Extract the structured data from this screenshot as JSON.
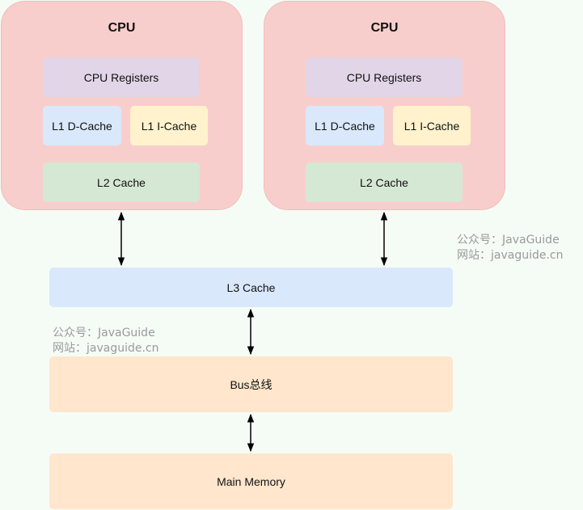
{
  "cpus": [
    {
      "title": "CPU",
      "registers": "CPU Registers",
      "l1d": "L1 D-Cache",
      "l1i": "L1 I-Cache",
      "l2": "L2 Cache"
    },
    {
      "title": "CPU",
      "registers": "CPU Registers",
      "l1d": "L1 D-Cache",
      "l1i": "L1 I-Cache",
      "l2": "L2 Cache"
    }
  ],
  "l3": "L3 Cache",
  "bus": "Bus总线",
  "memory": "Main Memory",
  "watermarks": [
    {
      "line1": "公众号：JavaGuide",
      "line2": "网站：javaguide.cn"
    },
    {
      "line1": "公众号：JavaGuide",
      "line2": "网站：javaguide.cn"
    }
  ]
}
